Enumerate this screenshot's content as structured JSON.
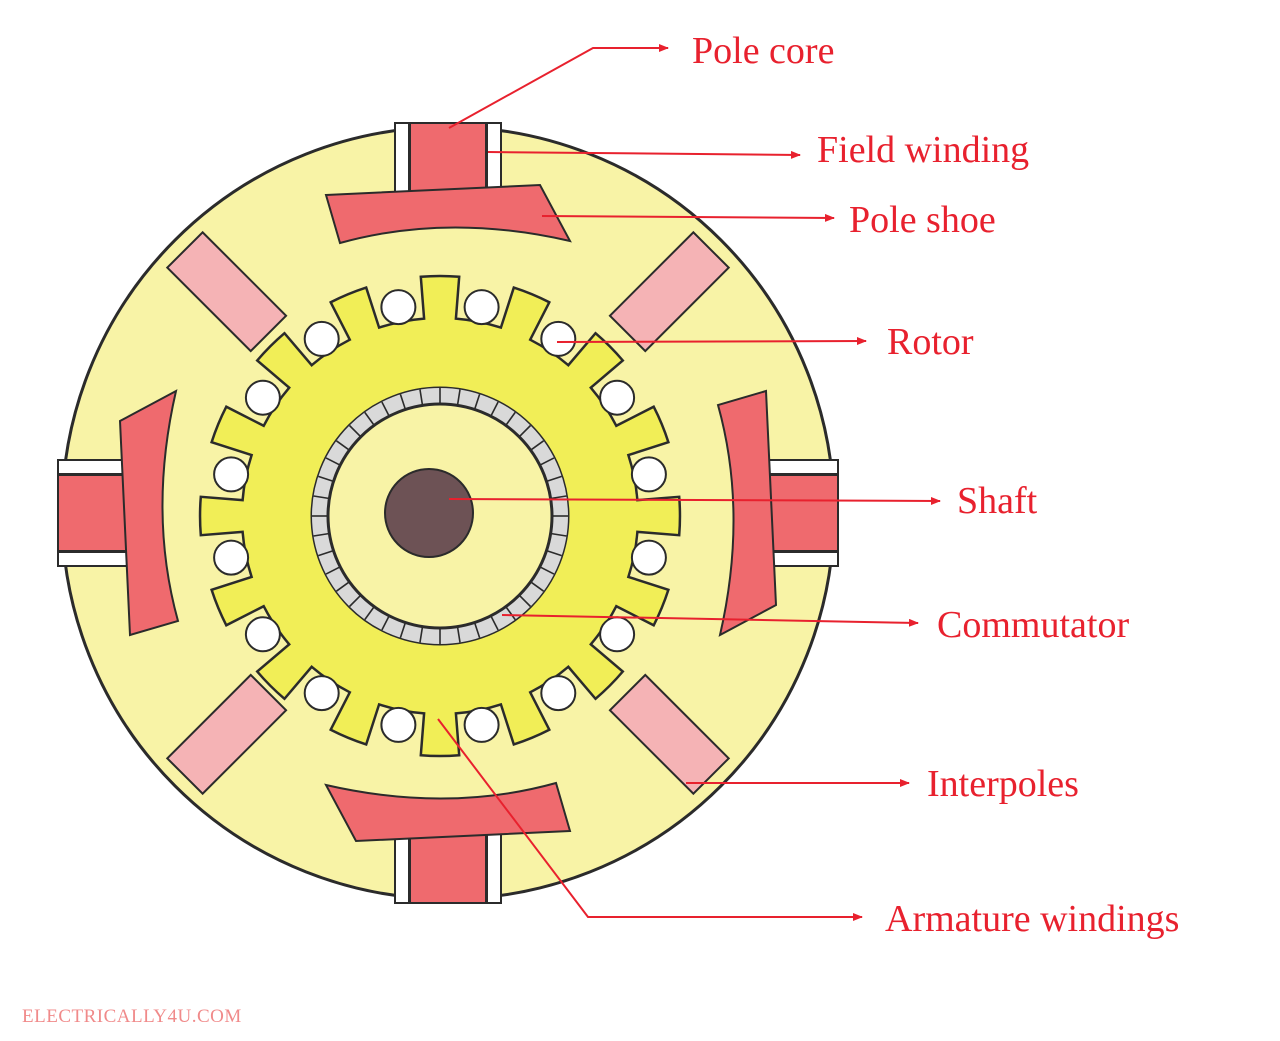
{
  "colors": {
    "yoke": "#f8f3a6",
    "rotor": "#f1ee57",
    "pole": "#ef6a6e",
    "interpole": "#f5b3b5",
    "shaft": "#6d5255",
    "outline": "#2b2b2b",
    "label": "#e8212e",
    "credit": "#f08a8a"
  },
  "labels": {
    "pole_core": "Pole core",
    "field_winding": "Field winding",
    "pole_shoe": "Pole shoe",
    "rotor": "Rotor",
    "shaft": "Shaft",
    "commutator": "Commutator",
    "interpoles": "Interpoles",
    "armature_windings": "Armature windings"
  },
  "credit": "ELECTRICALLY4U.COM"
}
